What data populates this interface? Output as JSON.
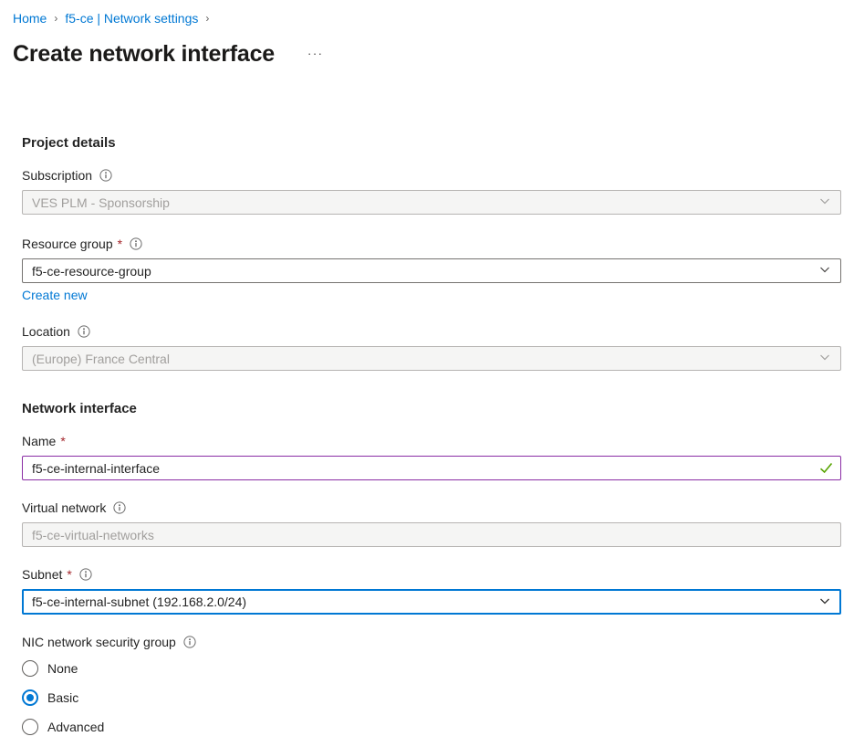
{
  "breadcrumb": {
    "separator": "›",
    "items": [
      {
        "label": "Home"
      },
      {
        "label": "f5-ce | Network settings"
      }
    ]
  },
  "page": {
    "title": "Create network interface",
    "more_label": "···"
  },
  "sections": {
    "project_details": {
      "heading": "Project details",
      "subscription": {
        "label": "Subscription",
        "value": "VES PLM - Sponsorship",
        "disabled": true
      },
      "resource_group": {
        "label": "Resource group",
        "required_mark": "*",
        "value": "f5-ce-resource-group",
        "create_new_label": "Create new"
      },
      "location": {
        "label": "Location",
        "value": "(Europe) France Central",
        "disabled": true
      }
    },
    "network_interface": {
      "heading": "Network interface",
      "name": {
        "label": "Name",
        "required_mark": "*",
        "value": "f5-ce-internal-interface",
        "valid": true
      },
      "virtual_network": {
        "label": "Virtual network",
        "value": "f5-ce-virtual-networks",
        "disabled": true
      },
      "subnet": {
        "label": "Subnet",
        "required_mark": "*",
        "value": "f5-ce-internal-subnet (192.168.2.0/24)",
        "focused": true
      },
      "nic_nsg": {
        "label": "NIC network security group",
        "options": [
          {
            "label": "None",
            "selected": false
          },
          {
            "label": "Basic",
            "selected": true
          },
          {
            "label": "Advanced",
            "selected": false
          }
        ]
      }
    }
  },
  "colors": {
    "link": "#0078d4",
    "accent": "#0078d4",
    "valid_border": "#8a2da5",
    "valid_check": "#57a300",
    "required": "#a4262c",
    "disabled_bg": "#f5f5f4"
  }
}
